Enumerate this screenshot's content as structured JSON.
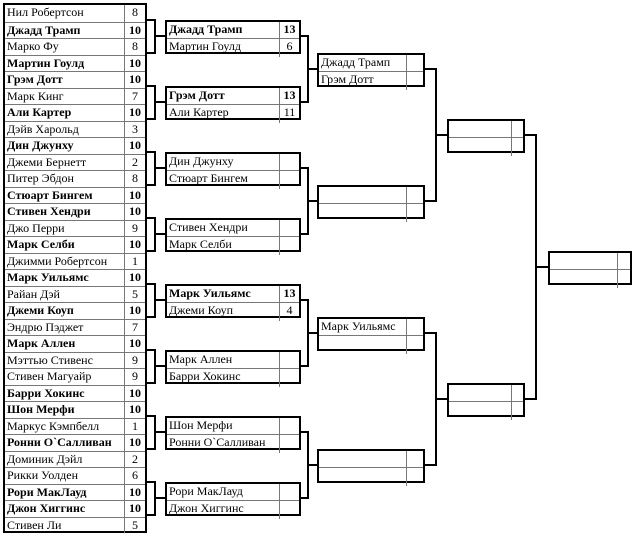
{
  "round1": [
    {
      "name": "Нил Робертсон",
      "score": "8",
      "winner": false
    },
    {
      "name": "Джадд Трамп",
      "score": "10",
      "winner": true
    },
    {
      "name": "Марко Фу",
      "score": "8",
      "winner": false
    },
    {
      "name": "Мартин Гоулд",
      "score": "10",
      "winner": true
    },
    {
      "name": "Грэм Дотт",
      "score": "10",
      "winner": true
    },
    {
      "name": "Марк Кинг",
      "score": "7",
      "winner": false
    },
    {
      "name": "Али Картер",
      "score": "10",
      "winner": true
    },
    {
      "name": "Дэйв Харольд",
      "score": "3",
      "winner": false
    },
    {
      "name": "Дин Джунху",
      "score": "10",
      "winner": true
    },
    {
      "name": "Джеми Бернетт",
      "score": "2",
      "winner": false
    },
    {
      "name": "Питер Эбдон",
      "score": "8",
      "winner": false
    },
    {
      "name": "Стюарт Бингем",
      "score": "10",
      "winner": true
    },
    {
      "name": "Стивен Хендри",
      "score": "10",
      "winner": true
    },
    {
      "name": "Джо Перри",
      "score": "9",
      "winner": false
    },
    {
      "name": "Марк Селби",
      "score": "10",
      "winner": true
    },
    {
      "name": "Джимми Робертсон",
      "score": "1",
      "winner": false
    },
    {
      "name": "Марк Уильямс",
      "score": "10",
      "winner": true
    },
    {
      "name": "Райан Дэй",
      "score": "5",
      "winner": false
    },
    {
      "name": "Джеми Коуп",
      "score": "10",
      "winner": true
    },
    {
      "name": "Эндрю Пэджет",
      "score": "7",
      "winner": false
    },
    {
      "name": "Марк Аллен",
      "score": "10",
      "winner": true
    },
    {
      "name": "Мэттью Стивенс",
      "score": "9",
      "winner": false
    },
    {
      "name": "Стивен Магуайр",
      "score": "9",
      "winner": false
    },
    {
      "name": "Барри Хокинс",
      "score": "10",
      "winner": true
    },
    {
      "name": "Шон Мерфи",
      "score": "10",
      "winner": true
    },
    {
      "name": "Маркус Кэмпбелл",
      "score": "1",
      "winner": false
    },
    {
      "name": "Ронни О`Салливан",
      "score": "10",
      "winner": true
    },
    {
      "name": "Доминик Дэйл",
      "score": "2",
      "winner": false
    },
    {
      "name": "Рикки Уолден",
      "score": "6",
      "winner": false
    },
    {
      "name": "Рори МакЛауд",
      "score": "10",
      "winner": true
    },
    {
      "name": "Джон Хиггинс",
      "score": "10",
      "winner": true
    },
    {
      "name": "Стивен Ли",
      "score": "5",
      "winner": false
    }
  ],
  "round2": [
    [
      {
        "name": "Джадд Трамп",
        "score": "13",
        "winner": true
      },
      {
        "name": "Мартин Гоулд",
        "score": "6",
        "winner": false
      }
    ],
    [
      {
        "name": "Грэм Дотт",
        "score": "13",
        "winner": true
      },
      {
        "name": "Али Картер",
        "score": "11",
        "winner": false
      }
    ],
    [
      {
        "name": "Дин Джунху",
        "score": "",
        "winner": false
      },
      {
        "name": "Стюарт Бингем",
        "score": "",
        "winner": false
      }
    ],
    [
      {
        "name": "Стивен Хендри",
        "score": "",
        "winner": false
      },
      {
        "name": "Марк Селби",
        "score": "",
        "winner": false
      }
    ],
    [
      {
        "name": "Марк Уильямс",
        "score": "13",
        "winner": true
      },
      {
        "name": "Джеми Коуп",
        "score": "4",
        "winner": false
      }
    ],
    [
      {
        "name": "Марк Аллен",
        "score": "",
        "winner": false
      },
      {
        "name": "Барри Хокинс",
        "score": "",
        "winner": false
      }
    ],
    [
      {
        "name": "Шон Мерфи",
        "score": "",
        "winner": false
      },
      {
        "name": "Ронни О`Салливан",
        "score": "",
        "winner": false
      }
    ],
    [
      {
        "name": "Рори МакЛауд",
        "score": "",
        "winner": false
      },
      {
        "name": "Джон Хиггинс",
        "score": "",
        "winner": false
      }
    ]
  ],
  "quarterfinals": [
    [
      {
        "name": "Джадд Трамп",
        "score": "",
        "winner": false
      },
      {
        "name": "Грэм Дотт",
        "score": "",
        "winner": false
      }
    ],
    [
      {
        "name": "",
        "score": "",
        "winner": false
      },
      {
        "name": "",
        "score": "",
        "winner": false
      }
    ],
    [
      {
        "name": "Марк Уильямс",
        "score": "",
        "winner": false
      },
      {
        "name": "",
        "score": "",
        "winner": false
      }
    ],
    [
      {
        "name": "",
        "score": "",
        "winner": false
      },
      {
        "name": "",
        "score": "",
        "winner": false
      }
    ]
  ],
  "semifinals": [
    [
      {
        "name": "",
        "score": "",
        "winner": false
      },
      {
        "name": "",
        "score": "",
        "winner": false
      }
    ],
    [
      {
        "name": "",
        "score": "",
        "winner": false
      },
      {
        "name": "",
        "score": "",
        "winner": false
      }
    ]
  ],
  "final": [
    [
      {
        "name": "",
        "score": "",
        "winner": false
      },
      {
        "name": "",
        "score": "",
        "winner": false
      }
    ]
  ]
}
